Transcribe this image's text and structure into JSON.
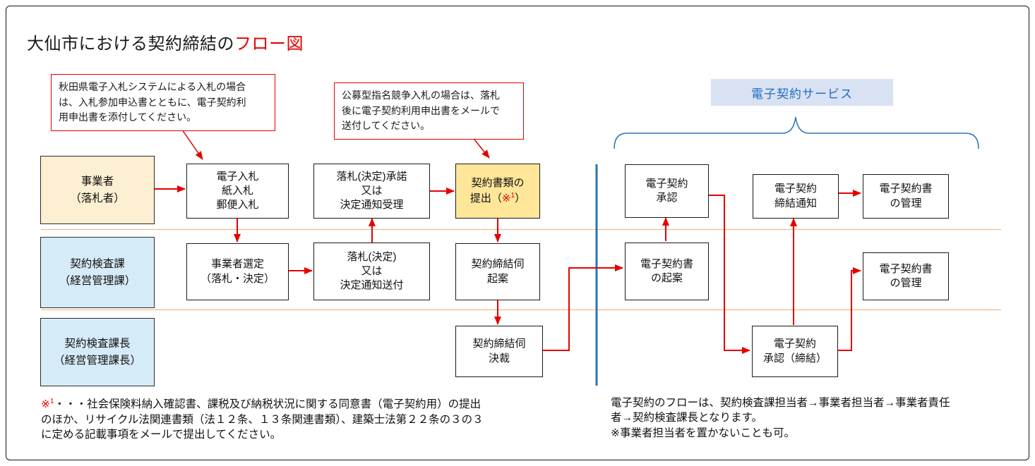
{
  "title": {
    "text": "大仙市における契約締結の",
    "highlight": "フロー図"
  },
  "callouts": [
    {
      "lines": [
        "秋田県電子入札システムによる入札の場合",
        "は、入札参加申込書とともに、電子契約利",
        "用申出書を添付してください。"
      ]
    },
    {
      "lines": [
        "公募型指名競争入札の場合は、落札",
        "後に電子契約利用申出書をメールで",
        "送付してください。"
      ]
    }
  ],
  "service_label": "電子契約サービス",
  "lanes": [
    {
      "lines": [
        "事業者",
        "（落札者）"
      ]
    },
    {
      "lines": [
        "契約検査課",
        "（経営管理課）"
      ]
    },
    {
      "lines": [
        "契約検査課長",
        "（経営管理課長）"
      ]
    }
  ],
  "flow": {
    "bid": {
      "lines": [
        "電子入札",
        "紙入札",
        "郵便入札"
      ]
    },
    "accept": {
      "lines": [
        "落札(決定)承諾",
        "又は",
        "決定通知受理"
      ]
    },
    "submit": {
      "line1": "契約書類の",
      "line2_pre": "提出（",
      "mark": "※",
      "sup": "1",
      "line2_post": "）"
    },
    "select": {
      "lines": [
        "事業者選定",
        "（落札・決定）"
      ]
    },
    "notify": {
      "lines": [
        "落札(決定)",
        "又は",
        "決定通知送付"
      ]
    },
    "draft": {
      "lines": [
        "契約締結伺",
        "起案"
      ]
    },
    "approve_draft": {
      "lines": [
        "契約締結伺",
        "決裁"
      ]
    },
    "e_approve": {
      "lines": [
        "電子契約",
        "承認"
      ]
    },
    "e_notice": {
      "lines": [
        "電子契約",
        "締結通知"
      ]
    },
    "e_manage1": {
      "lines": [
        "電子契約書",
        "の管理"
      ]
    },
    "e_draft": {
      "lines": [
        "電子契約書",
        "の起案"
      ]
    },
    "e_manage2": {
      "lines": [
        "電子契約書",
        "の管理"
      ]
    },
    "e_conclude": {
      "lines": [
        "電子契約",
        "承認（締結）"
      ]
    }
  },
  "notes": {
    "note1": {
      "mark": "※",
      "sup": "1",
      "line1": "・・・社会保険料納入確認書、課税及び納税状況に関する同意書（電子契約用）の提出",
      "line2": "のほか、リサイクル法関連書類（法１２条、１３条関連書類）、建築士法第２２条の３の３",
      "line3": "に定める記載事項をメールで提出してください。"
    },
    "note2": {
      "lines": [
        "電子契約のフローは、契約検査課担当者→事業者担当者→事業者責任",
        "者→契約検査課長となります。",
        "※事業者担当者を置かないことも可。"
      ]
    }
  },
  "colors": {
    "accent_red": "#e60000",
    "lane_line": "#f2bc8c",
    "divider_blue": "#2375b5",
    "brace_blue": "#2e75b6",
    "service_bg": "#d9e2f3",
    "service_text": "#1f6fbf",
    "yellow_box": "#ffe699",
    "cream_box": "#fcefd2",
    "blue_box": "#d6ebf8"
  }
}
